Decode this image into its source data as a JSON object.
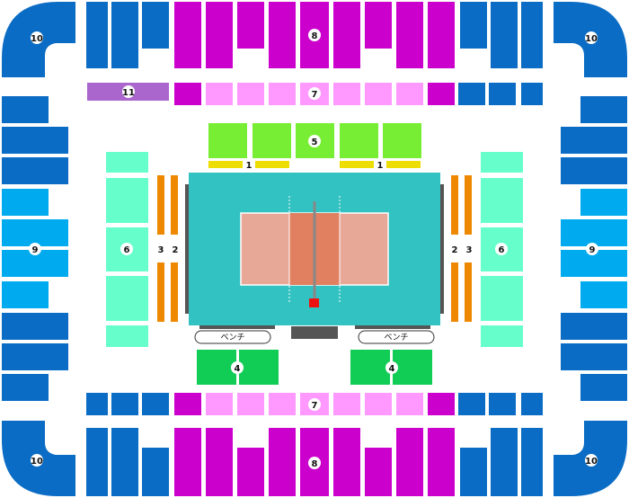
{
  "colors": {
    "block_8": "#cc00cc",
    "block_7_light": "#ff99ff",
    "block_7_dark": "#cc00cc",
    "block_10": "#0a6cc4",
    "block_9_light": "#00aaee",
    "block_9_dark": "#0a6cc4",
    "block_11": "#aa66cc",
    "block_5": "#77ee33",
    "block_1": "#eedd00",
    "block_6": "#66ffcc",
    "block_2_3": "#ee8800",
    "block_4": "#11cc55",
    "court_floor": "#33c2c2",
    "court_play": "#e8a898",
    "court_center": "#e08060",
    "bench_strip": "#555555",
    "ref_marker": "#ee1111"
  },
  "labels": {
    "s8_top": "8",
    "s8_bottom": "8",
    "s7_top": "7",
    "s7_bottom": "7",
    "s11": "11",
    "s10_tl": "10",
    "s10_tr": "10",
    "s10_bl": "10",
    "s10_br": "10",
    "s9_left": "9",
    "s9_right": "9",
    "s5": "5",
    "s1_left": "1",
    "s1_right": "1",
    "s6_left": "6",
    "s6_right": "6",
    "s3_left": "3",
    "s2_left": "2",
    "s2_right": "2",
    "s3_right": "3",
    "s4_left": "4",
    "s4_right": "4",
    "bench_left": "ベンチ",
    "bench_right": "ベンチ"
  }
}
